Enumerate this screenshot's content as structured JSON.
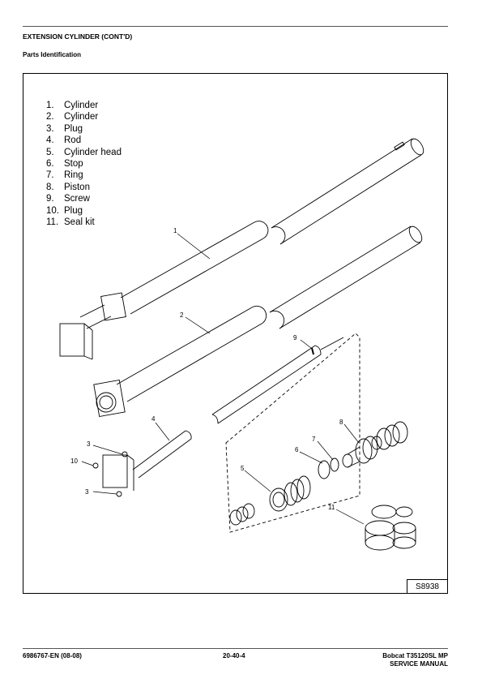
{
  "header": {
    "section_title": "EXTENSION CYLINDER (CONT'D)",
    "subtitle": "Parts Identification"
  },
  "legend": [
    {
      "num": "1.",
      "label": "Cylinder"
    },
    {
      "num": "2.",
      "label": "Cylinder"
    },
    {
      "num": "3.",
      "label": "Plug"
    },
    {
      "num": "4.",
      "label": "Rod"
    },
    {
      "num": "5.",
      "label": "Cylinder head"
    },
    {
      "num": "6.",
      "label": "Stop"
    },
    {
      "num": "7.",
      "label": "Ring"
    },
    {
      "num": "8.",
      "label": "Piston"
    },
    {
      "num": "9.",
      "label": "Screw"
    },
    {
      "num": "10.",
      "label": "Plug"
    },
    {
      "num": "11.",
      "label": "Seal kit"
    }
  ],
  "callouts": {
    "c1": "1",
    "c2": "2",
    "c3a": "3",
    "c3b": "3",
    "c4": "4",
    "c5": "5",
    "c6": "6",
    "c7": "7",
    "c8": "8",
    "c9": "9",
    "c10": "10",
    "c11": "11"
  },
  "figure_id": "S8938",
  "footer": {
    "doc_number": "6986767-EN (08-08)",
    "page_number": "20-40-4",
    "manual_line1": "Bobcat T35120SL MP",
    "manual_line2": "SERVICE MANUAL"
  }
}
